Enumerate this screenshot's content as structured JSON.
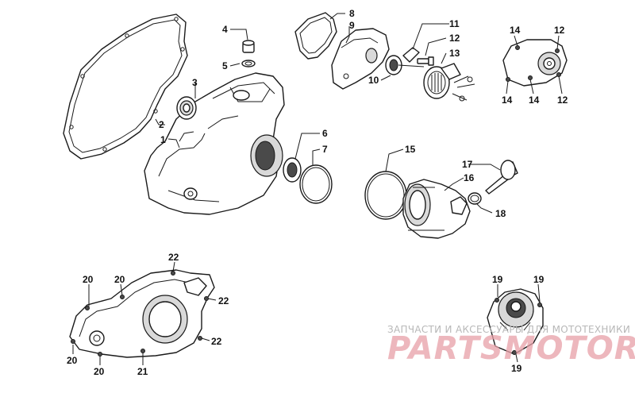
{
  "callouts": {
    "c1": "1",
    "c2": "2",
    "c3": "3",
    "c4": "4",
    "c5": "5",
    "c6": "6",
    "c7": "7",
    "c8": "8",
    "c9": "9",
    "c10": "10",
    "c11": "11",
    "c12a": "12",
    "c12b": "12",
    "c13": "13",
    "c14a": "14",
    "c14b": "14",
    "c14c": "14",
    "c15": "15",
    "c16": "16",
    "c17": "17",
    "c18": "18",
    "c19a": "19",
    "c19b": "19",
    "c19c": "19",
    "c20a": "20",
    "c20b": "20",
    "c20c": "20",
    "c20d": "20",
    "c21": "21",
    "c22a": "22",
    "c22b": "22",
    "c22c": "22"
  },
  "watermark": {
    "tagline": "ЗАПЧАСТИ И АКСЕССУАРЫ ДЛЯ МОТОТЕХНИКИ",
    "brand": "PARTS",
    "brand_suffix": "MOTOR.RU"
  }
}
